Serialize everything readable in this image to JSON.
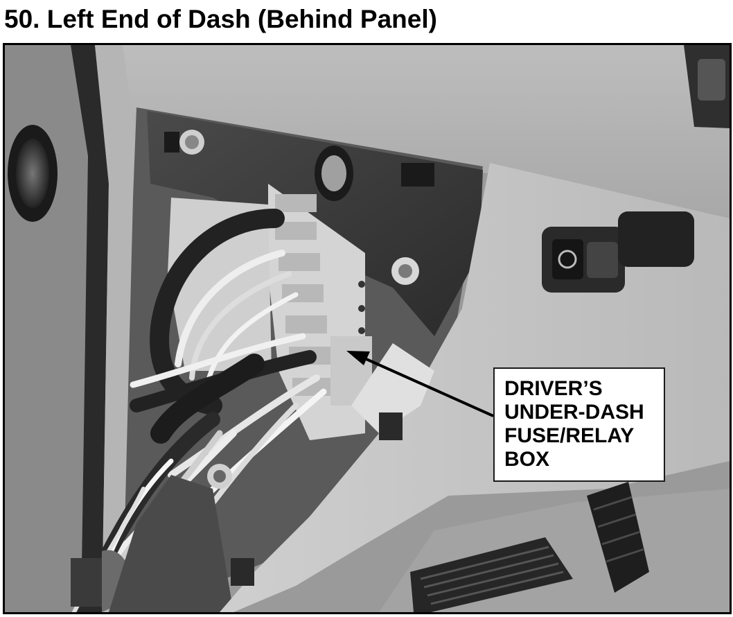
{
  "title": "50. Left End of Dash (Behind Panel)",
  "callout": {
    "lines": [
      "DRIVER’S",
      "UNDER-DASH",
      "FUSE/RELAY",
      "BOX"
    ]
  },
  "colors": {
    "background": "#ffffff",
    "text": "#000000",
    "frame": "#000000"
  }
}
